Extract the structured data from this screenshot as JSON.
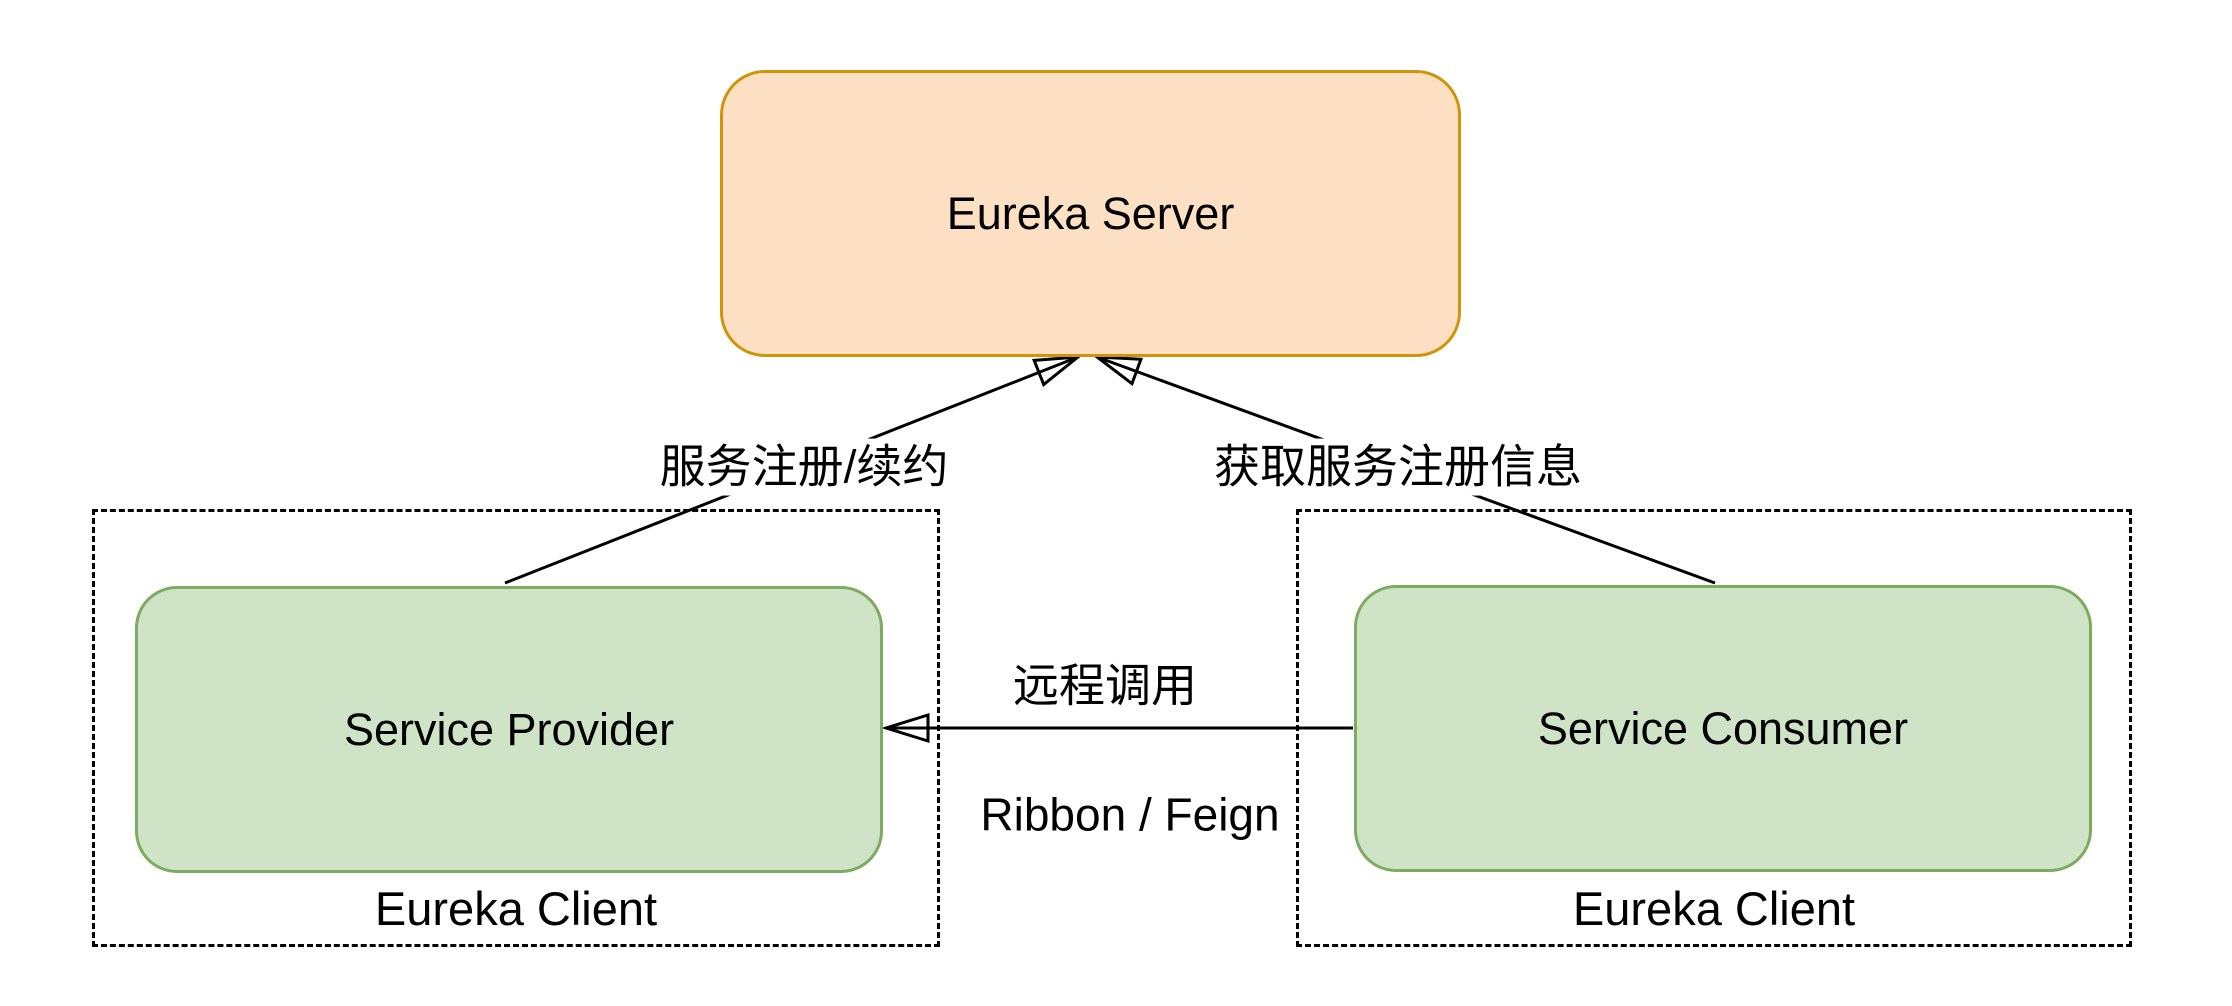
{
  "canvas": {
    "background": "#ffffff"
  },
  "colors": {
    "server_fill": "#fde0c3",
    "server_border": "#d0940b",
    "client_fill": "#cfe4c6",
    "client_border": "#7dab60",
    "line": "#000000",
    "text": "#000000",
    "canvas_bg": "#ffffff"
  },
  "nodes": {
    "eureka_server": {
      "label": "Eureka Server"
    },
    "service_provider": {
      "label": "Service Provider"
    },
    "service_consumer": {
      "label": "Service Consumer"
    },
    "eureka_client_left": {
      "label": "Eureka Client"
    },
    "eureka_client_right": {
      "label": "Eureka Client"
    }
  },
  "edges": {
    "register": {
      "label": "服务注册/续约",
      "from": "Service Provider",
      "to": "Eureka Server"
    },
    "fetch_registry": {
      "label": "获取服务注册信息",
      "from": "Service Consumer",
      "to": "Eureka Server"
    },
    "remote_call": {
      "label": "远程调用",
      "sublabel": "Ribbon / Feign",
      "from": "Service Consumer",
      "to": "Service Provider"
    }
  }
}
